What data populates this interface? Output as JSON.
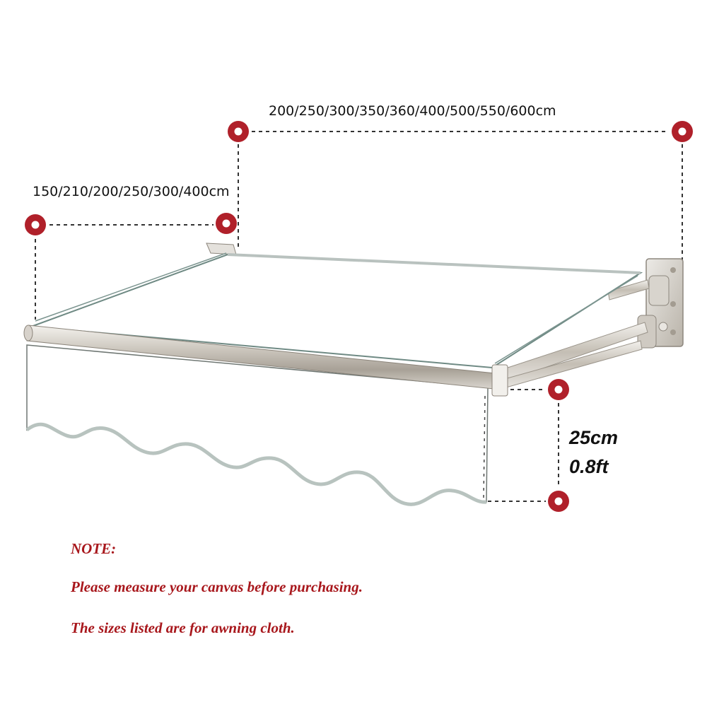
{
  "dimensions": {
    "width_label": "200/250/300/350/360/400/500/550/600cm",
    "depth_label": "150/210/200/250/300/400cm",
    "valance_cm": "25cm",
    "valance_ft": "0.8ft"
  },
  "note": {
    "title": "NOTE:",
    "line_1": "Please measure your canvas before purchasing.",
    "line_2": "The sizes listed are for awning cloth."
  },
  "colors": {
    "marker": "#b0202a",
    "note_text": "#a8171c",
    "dashed_line": "#333333"
  },
  "icons": {
    "marker": "measurement-marker-icon",
    "product": "retractable-awning-illustration"
  }
}
